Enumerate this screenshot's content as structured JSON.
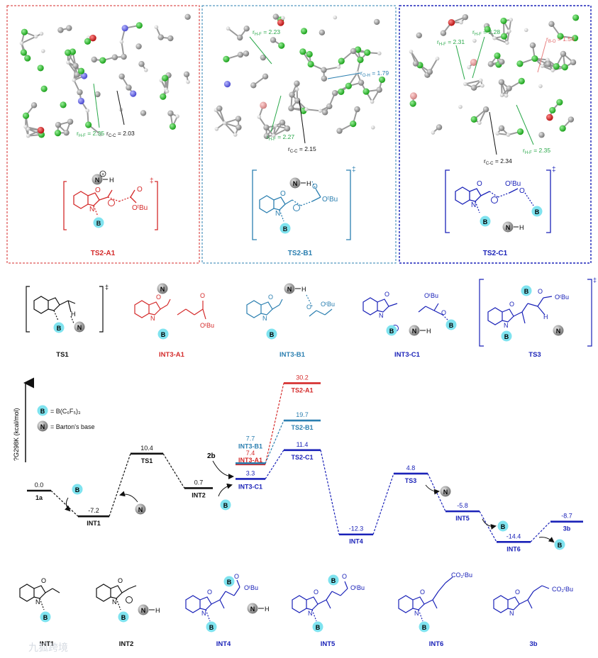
{
  "colors": {
    "red": "#d42a2a",
    "blue": "#2b7fb0",
    "navy": "#1a22b8",
    "green": "#2aa84a",
    "black": "#111111",
    "cyan": "#7fe3ef",
    "magenta": "#d84adf"
  },
  "panels": {
    "a1": {
      "labels": {
        "rhf": "r",
        "rhf_sub": "H-F",
        "rhf_val": " = 2.35",
        "rcc": "r",
        "rcc_sub": "C-C",
        "rcc_val": " = 2.03"
      },
      "name": "TS2-A1",
      "dagger": "‡"
    },
    "b1": {
      "labels": {
        "rhf1": "r",
        "rhf1_sub": "H-F",
        "rhf1_val": " = 2.23",
        "roh": "r",
        "roh_sub": "O-H",
        "roh_val": " = 1.79",
        "rhf2": "r",
        "rhf2_sub": "H-F",
        "rhf2_val": " = 2.27",
        "rcc": "r",
        "rcc_sub": "C-C",
        "rcc_val": " = 2.15"
      },
      "name": "TS2-B1",
      "dagger": "‡"
    },
    "c1": {
      "labels": {
        "rhf1": "r",
        "rhf1_sub": "H-F",
        "rhf1_val": " = 2.31",
        "rhf2": "r",
        "rhf2_sub": "H-F",
        "rhf2_val": " = 2.28",
        "rbo": "r",
        "rbo_sub": "B-O",
        "rbo_val": " = 1.54",
        "rhf3": "r",
        "rhf3_sub": "H-F",
        "rhf3_val": " = 2.35",
        "rcc": "r",
        "rcc_sub": "C-C",
        "rcc_val": " = 2.34"
      },
      "name": "TS2-C1",
      "dagger": "‡"
    }
  },
  "atoms": {
    "N": "N",
    "O": "O",
    "B": "B",
    "H": "H",
    "tBu": "OᵗBu",
    "plus": "+",
    "minus": "−"
  },
  "structures_mid": [
    "TS1",
    "INT3-A1",
    "INT3-B1",
    "INT3-C1",
    "TS3"
  ],
  "structures_bottom": [
    "INT1",
    "INT2",
    "INT4",
    "INT5",
    "INT6",
    "3b"
  ],
  "co2tbu": "CO₂ᵗBu",
  "axis_label": "?G298K (kcal/mol)",
  "legend": {
    "b_text": "= B(C₆F₅)₃",
    "n_text": "= Barton's base"
  },
  "profile": [
    {
      "name": "1a",
      "value": "0.0"
    },
    {
      "name": "INT1",
      "value": "-7.2"
    },
    {
      "name": "TS1",
      "value": "10.4"
    },
    {
      "name": "INT2",
      "value": "0.7"
    },
    {
      "name": "INT3-C1",
      "value": "3.3"
    },
    {
      "name": "INT3-A1",
      "value": "7.4"
    },
    {
      "name": "INT3-B1",
      "value": "7.7"
    },
    {
      "name": "TS2-A1",
      "value": "30.2"
    },
    {
      "name": "TS2-B1",
      "value": "19.7"
    },
    {
      "name": "TS2-C1",
      "value": "11.4"
    },
    {
      "name": "INT4",
      "value": "-12.3"
    },
    {
      "name": "TS3",
      "value": "4.8"
    },
    {
      "name": "INT5",
      "value": "-5.8"
    },
    {
      "name": "INT6",
      "value": "-14.4"
    },
    {
      "name": "3b",
      "value": "-8.7"
    }
  ],
  "reagent_2b": "2b",
  "watermark": "九狐跨境"
}
